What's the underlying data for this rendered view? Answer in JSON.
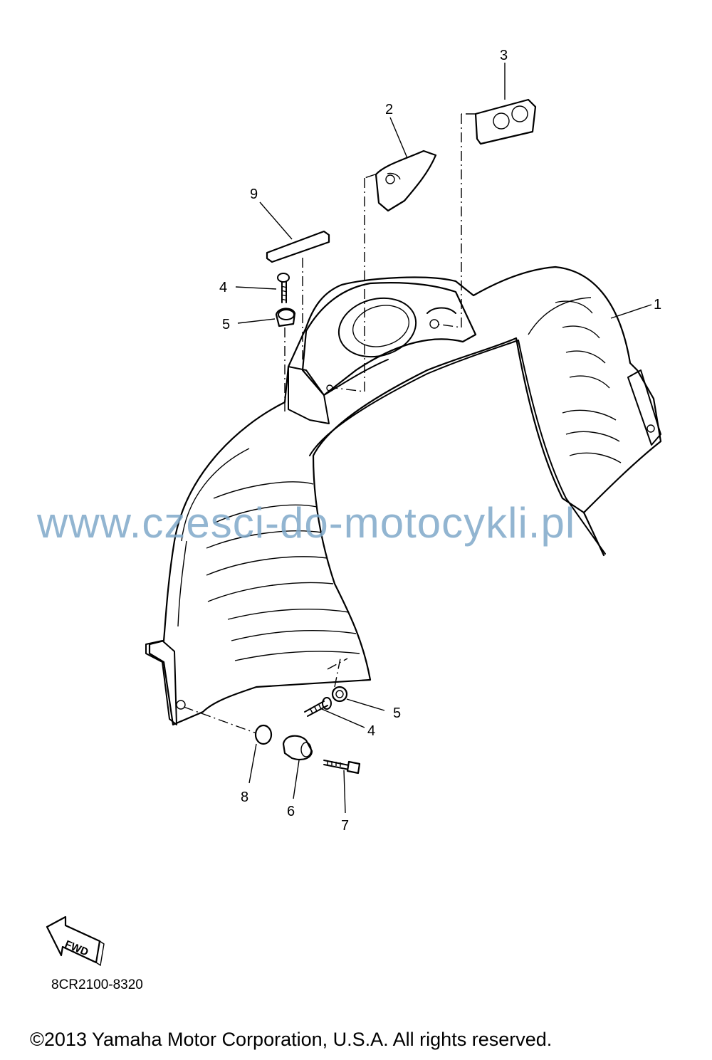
{
  "watermark": "www.czesci-do-motocykli.pl",
  "diagram_code": "8CR2100-8320",
  "copyright": "©2013 Yamaha Motor Corporation, U.S.A. All rights reserved.",
  "fwd_label": "FWD",
  "part_labels": {
    "p1": "1",
    "p2": "2",
    "p3": "3",
    "p4a": "4",
    "p5a": "5",
    "p4b": "4",
    "p5b": "5",
    "p6": "6",
    "p7": "7",
    "p8": "8",
    "p9": "9"
  }
}
